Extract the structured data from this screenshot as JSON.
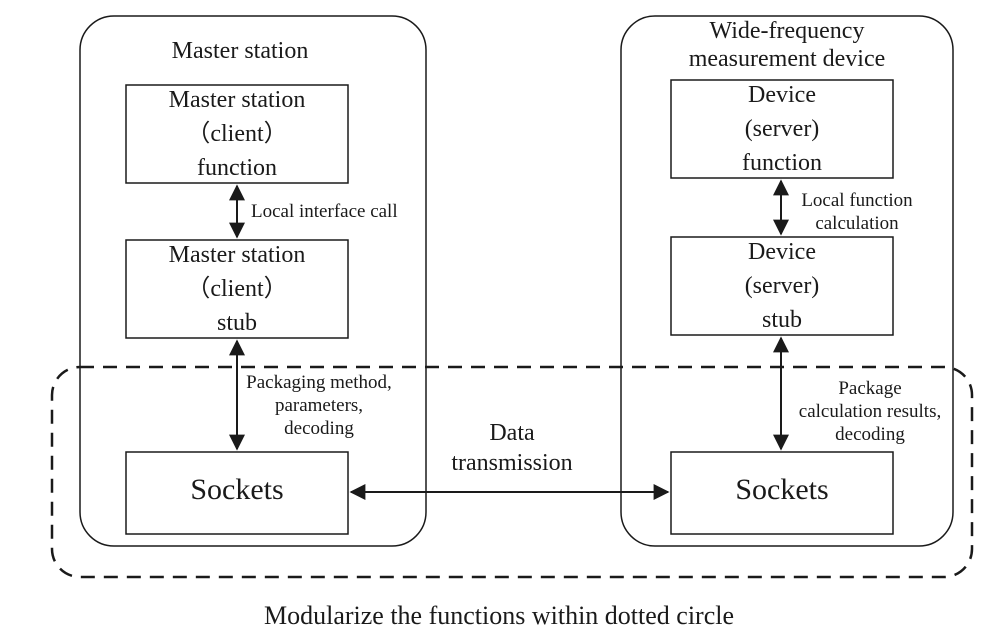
{
  "left_panel": {
    "title": "Master station",
    "function_box": [
      "Master station",
      "（client）",
      "function"
    ],
    "stub_box": [
      "Master station",
      "（client）",
      "stub"
    ],
    "sockets_box": "Sockets"
  },
  "right_panel": {
    "title": [
      "Wide-frequency",
      "measurement device"
    ],
    "function_box": [
      "Device",
      "(server)",
      "function"
    ],
    "stub_box": [
      "Device",
      "(server)",
      "stub"
    ],
    "sockets_box": "Sockets"
  },
  "arrows": {
    "left_call": "Local interface call",
    "left_pack": [
      "Packaging method,",
      "parameters,",
      "decoding"
    ],
    "right_calc": [
      "Local function",
      "calculation"
    ],
    "right_pack": [
      "Package",
      "calculation results,",
      "decoding"
    ],
    "transmission": [
      "Data",
      "transmission"
    ]
  },
  "caption": "Modularize the functions within dotted circle"
}
